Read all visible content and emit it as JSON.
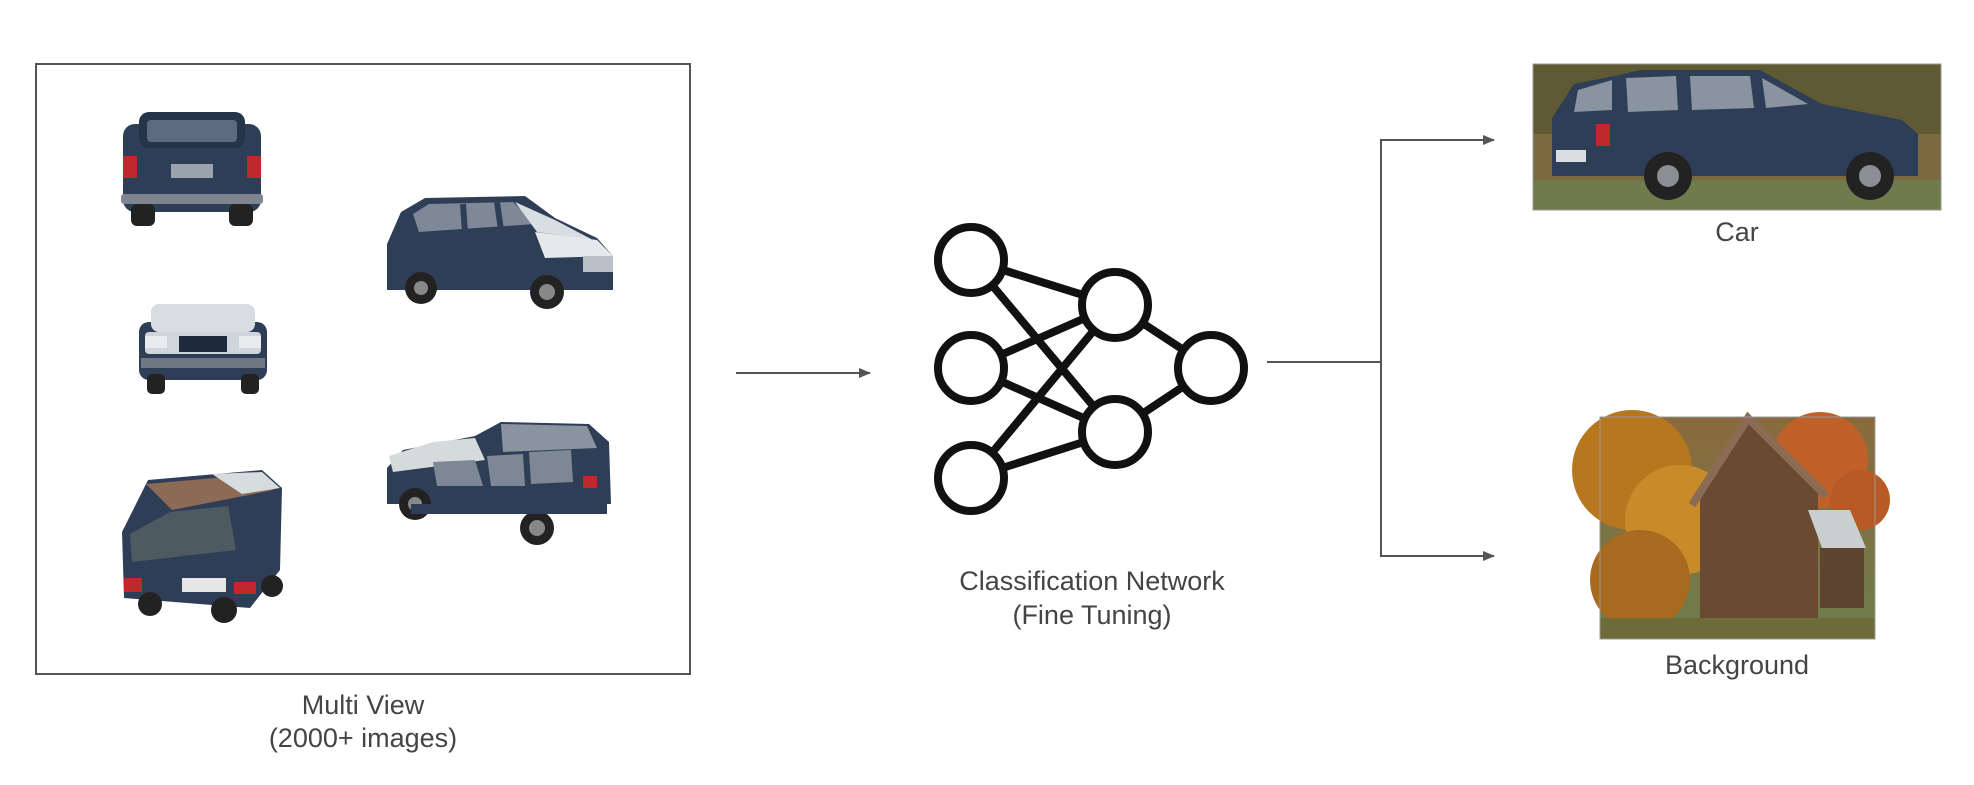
{
  "multi_view": {
    "label_line1": "Multi View",
    "label_line2": "(2000+ images)",
    "views": [
      "car-rear-view",
      "car-front-right-view",
      "car-front-view",
      "car-rear-top-view",
      "car-left-side-view"
    ]
  },
  "network": {
    "label_line1": "Classification Network",
    "label_line2": "(Fine Tuning)"
  },
  "outputs": {
    "car_label": "Car",
    "background_label": "Background"
  },
  "colors": {
    "stroke": "#555555",
    "car_body": "#2f3e57",
    "car_dark": "#1f2a3c",
    "window": "#8a93a0",
    "tire": "#222222",
    "taillight": "#c0282d",
    "autumn_orange": "#c97d23",
    "barn": "#6b4a32"
  }
}
